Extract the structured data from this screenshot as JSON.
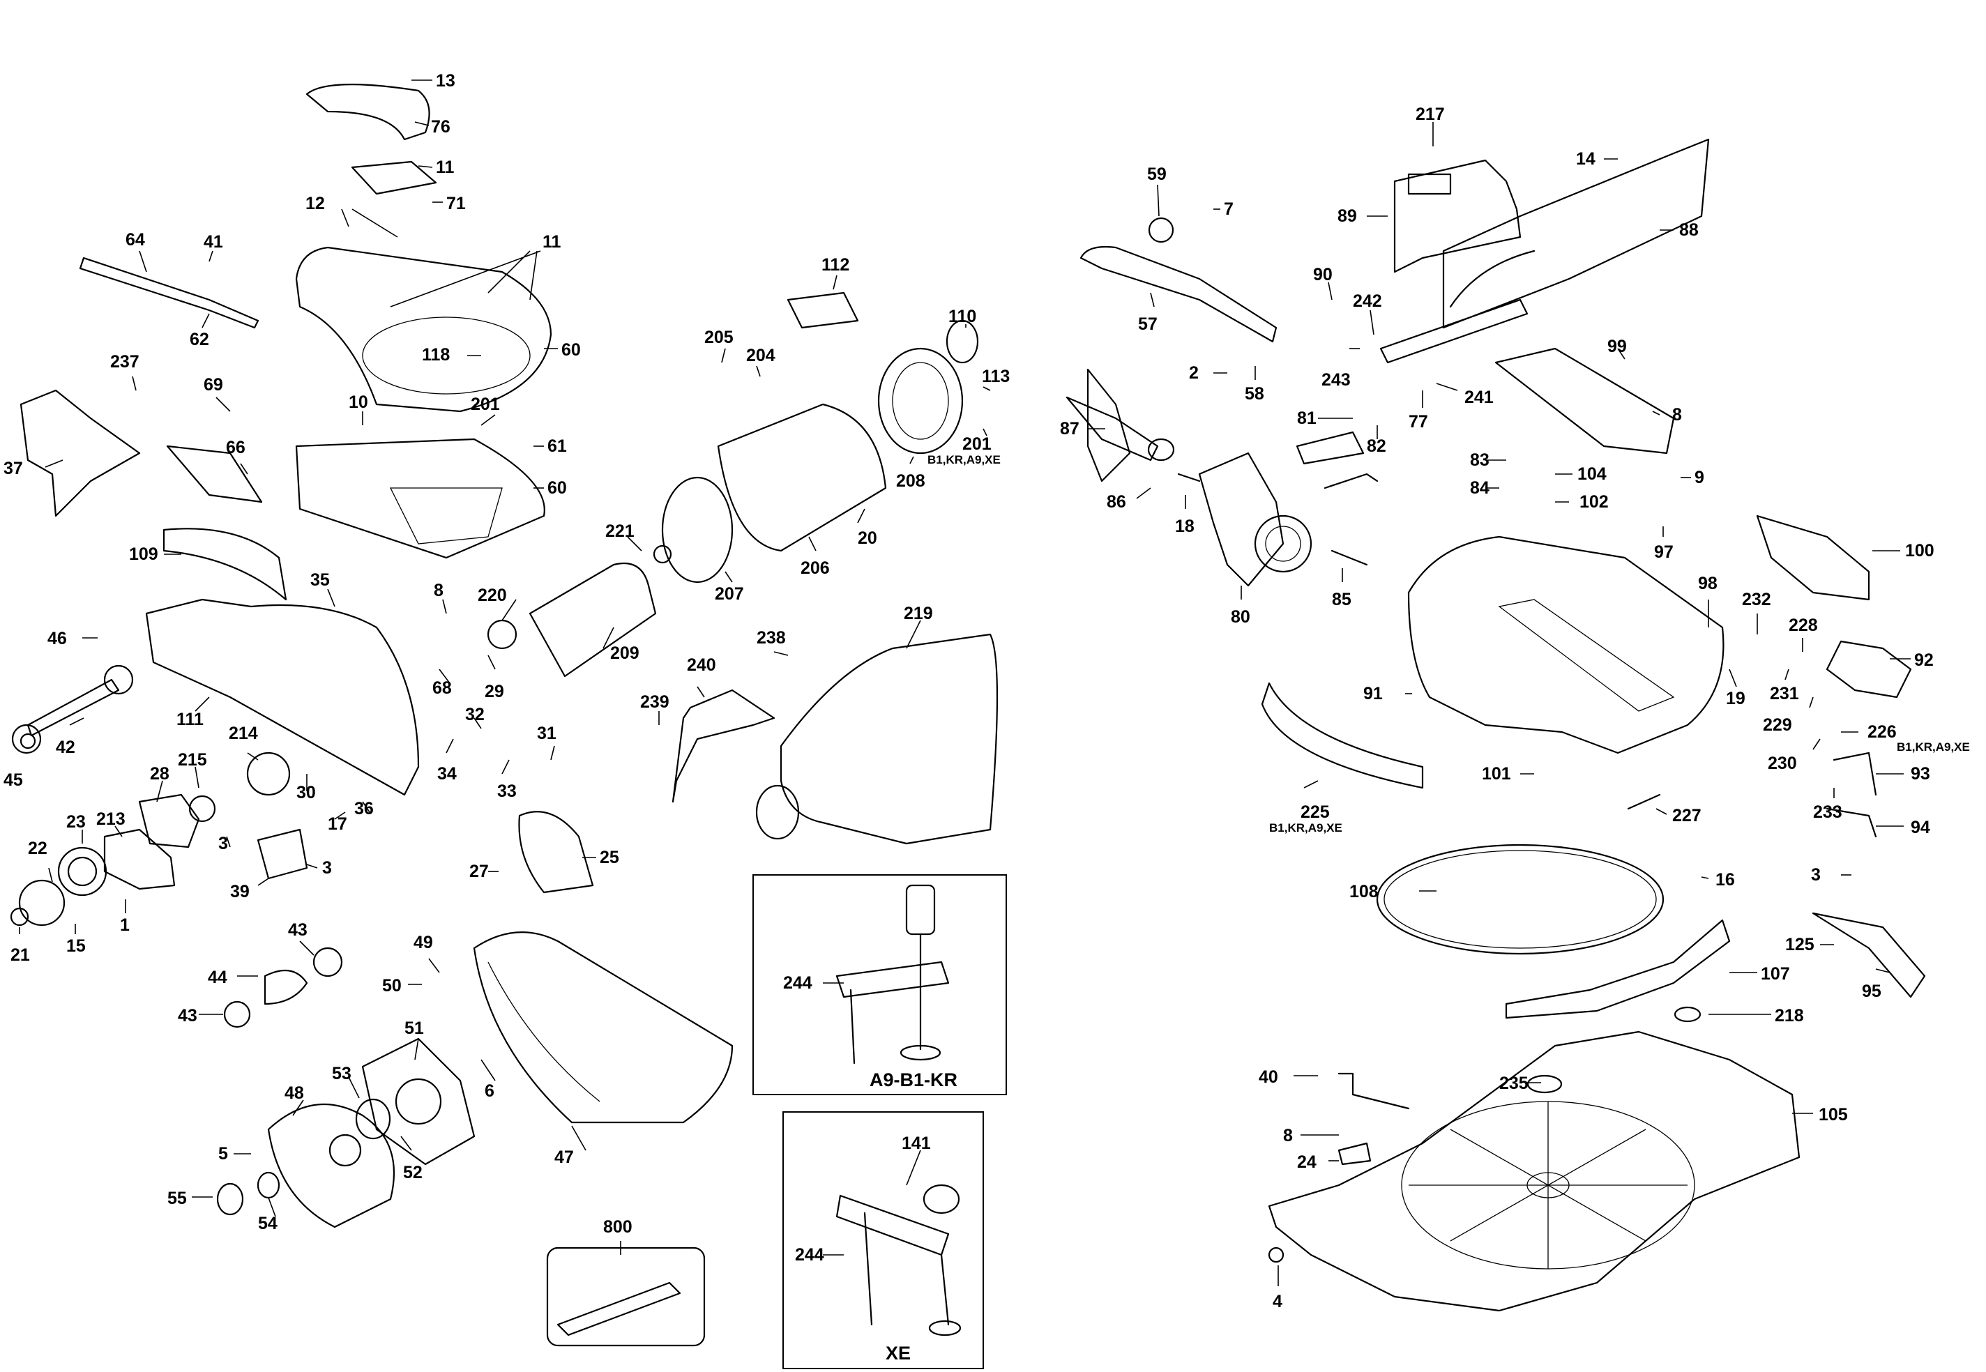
{
  "labels": [
    "13",
    "76",
    "11",
    "71",
    "12",
    "11",
    "64",
    "41",
    "62",
    "60",
    "118",
    "237",
    "69",
    "37",
    "66",
    "10",
    "201",
    "61",
    "60",
    "109",
    "35",
    "8",
    "46",
    "68",
    "42",
    "111",
    "29",
    "45",
    "214",
    "215",
    "28",
    "213",
    "30",
    "17",
    "36",
    "3",
    "22",
    "23",
    "21",
    "15",
    "1",
    "39",
    "3",
    "43",
    "44",
    "43",
    "49",
    "50",
    "51",
    "53",
    "48",
    "5",
    "55",
    "54",
    "52",
    "6",
    "47",
    "112",
    "205",
    "204",
    "110",
    "113",
    "201",
    "208",
    "221",
    "220",
    "209",
    "207",
    "206",
    "20",
    "32",
    "34",
    "33",
    "31",
    "27",
    "25",
    "238",
    "240",
    "239",
    "219",
    "244",
    "141",
    "244",
    "800",
    "59",
    "7",
    "57",
    "217",
    "89",
    "14",
    "88",
    "90",
    "242",
    "243",
    "2",
    "58",
    "77",
    "241",
    "99",
    "8",
    "87",
    "81",
    "82",
    "83",
    "104",
    "84",
    "102",
    "9",
    "86",
    "18",
    "80",
    "85",
    "97",
    "100",
    "98",
    "232",
    "228",
    "92",
    "91",
    "19",
    "231",
    "229",
    "226",
    "230",
    "93",
    "233",
    "94",
    "225",
    "101",
    "227",
    "108",
    "16",
    "3",
    "125",
    "107",
    "95",
    "218",
    "40",
    "235",
    "105",
    "8",
    "24",
    "4"
  ],
  "sublabels": [
    "B1,KR,A9,XE",
    "B1,KR,A9,XE",
    "B1,KR,A9,XE"
  ],
  "captions": [
    "A9-B1-KR",
    "XE"
  ]
}
